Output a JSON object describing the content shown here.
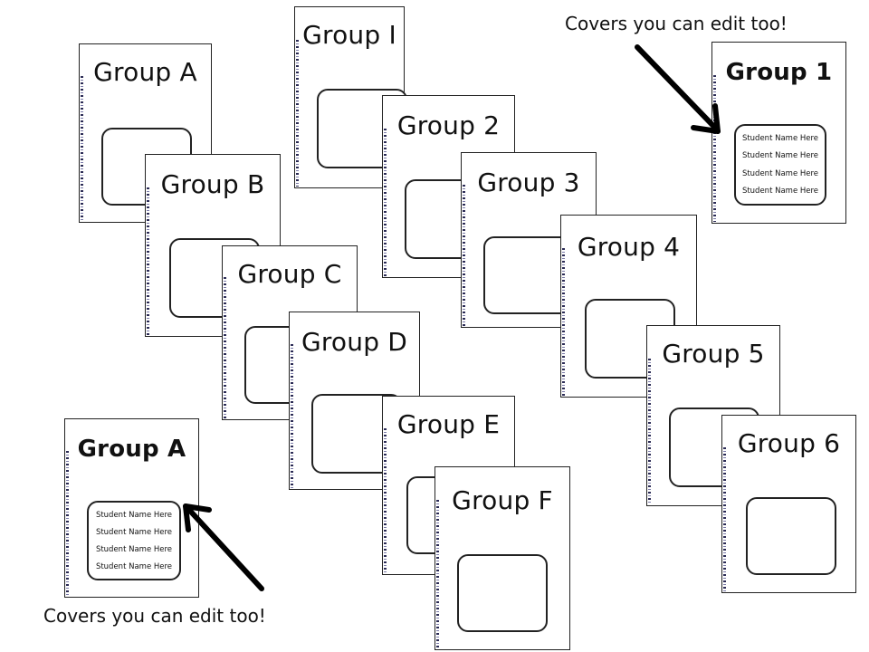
{
  "covers_plain": [
    {
      "title": "Group A"
    },
    {
      "title": "Group I"
    },
    {
      "title": "Group 2"
    },
    {
      "title": "Group B"
    },
    {
      "title": "Group 3"
    },
    {
      "title": "Group C"
    },
    {
      "title": "Group 4"
    },
    {
      "title": "Group D"
    },
    {
      "title": "Group 5"
    },
    {
      "title": "Group E"
    },
    {
      "title": "Group 6"
    },
    {
      "title": "Group F"
    }
  ],
  "editable_cover_1": {
    "title": "Group 1",
    "names": [
      "Student Name Here",
      "Student Name Here",
      "Student Name Here",
      "Student Name Here"
    ]
  },
  "editable_cover_a": {
    "title": "Group A",
    "names": [
      "Student Name Here",
      "Student Name Here",
      "Student Name Here",
      "Student Name Here"
    ]
  },
  "captions": {
    "top": "Covers you can edit too!",
    "bottom": "Covers you can edit too!"
  }
}
